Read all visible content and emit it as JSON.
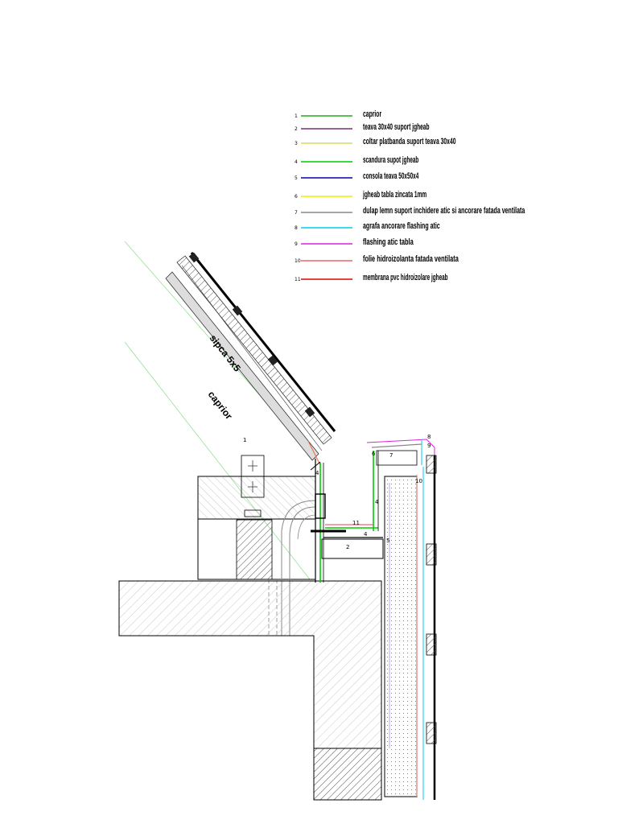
{
  "legend": {
    "items": [
      {
        "num": "1",
        "label": "caprior",
        "color": "#22aa22"
      },
      {
        "num": "2",
        "label": "teava 30x40 suport jgheab",
        "color": "#7a2a7a"
      },
      {
        "num": "3",
        "label": "coltar platbanda suport teava 30x40",
        "color": "#d8d860"
      },
      {
        "num": "4",
        "label": "scandura supot jgheab",
        "color": "#00cc00"
      },
      {
        "num": "5",
        "label": "consola teava 50x50x4",
        "color": "#0000aa"
      },
      {
        "num": "6",
        "label": "jgheab tabla zincata 1mm",
        "color": "#eeee00"
      },
      {
        "num": "7",
        "label": "dulap lemn suport inchidere atic si ancorare fatada ventilata",
        "color": "#888888"
      },
      {
        "num": "8",
        "label": "agrafa ancorare flashing atic",
        "color": "#00ccee"
      },
      {
        "num": "9",
        "label": "flashing atic tabla",
        "color": "#dd22dd"
      },
      {
        "num": "10",
        "label": "folie hidroizolanta fatada ventilata",
        "color": "#ee6666"
      },
      {
        "num": "11",
        "label": "membrana pvc hidroizolare jgheab",
        "color": "#dd0000"
      }
    ]
  },
  "labels": {
    "sipca": "sipca 5x5",
    "caprior": "caprior"
  },
  "callouts": {
    "c1": "1",
    "c2": "2",
    "c4a": "4",
    "c4b": "4",
    "c4c": "4",
    "c5": "5",
    "c6": "6",
    "c7": "7",
    "c8": "8",
    "c9": "9",
    "c10": "10",
    "c11": "11"
  }
}
